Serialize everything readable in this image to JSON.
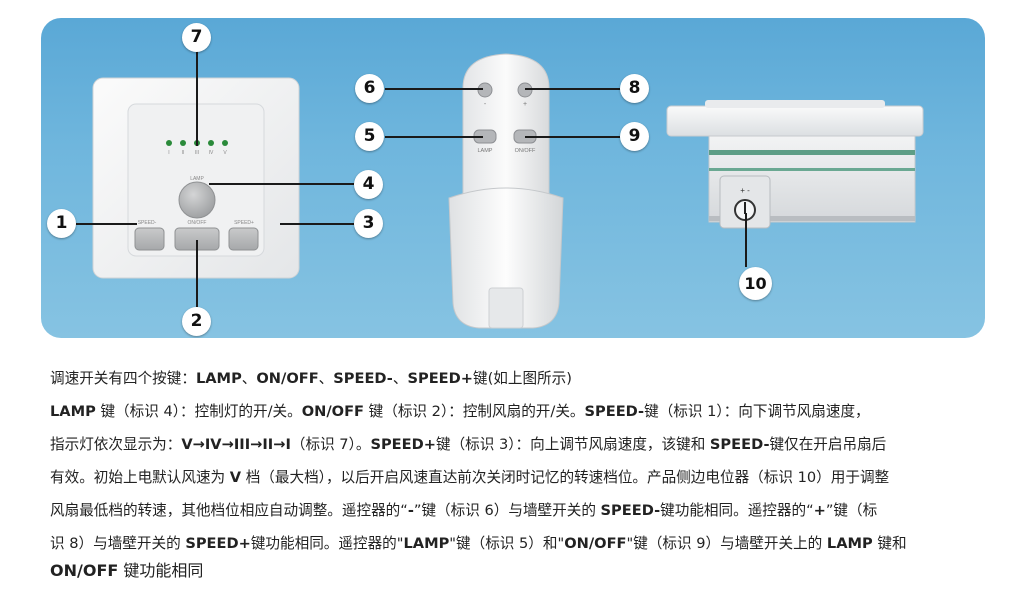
{
  "callouts": [
    "1",
    "2",
    "3",
    "4",
    "5",
    "6",
    "7",
    "8",
    "9",
    "10"
  ],
  "switch": {
    "led_labels": [
      "I",
      "II",
      "III",
      "IV",
      "V"
    ],
    "lamp_label": "LAMP",
    "onoff_label": "ON/OFF",
    "speed_minus_label": "SPEED-",
    "speed_plus_label": "SPEED+"
  },
  "remote": {
    "minus_label": "-",
    "plus_label": "+",
    "lamp_label": "LAMP",
    "onoff_label": "ON/OFF"
  },
  "side": {
    "pot_label": "+ -"
  },
  "description": {
    "line1": [
      {
        "t": "调速开关有四个按键：",
        "b": false
      },
      {
        "t": "LAMP",
        "b": true
      },
      {
        "t": "、",
        "b": false
      },
      {
        "t": "ON/OFF",
        "b": true
      },
      {
        "t": "、",
        "b": false
      },
      {
        "t": "SPEED-",
        "b": true
      },
      {
        "t": "、",
        "b": false
      },
      {
        "t": "SPEED+",
        "b": true
      },
      {
        "t": "键(如上图所示)",
        "b": false
      }
    ],
    "line2": [
      {
        "t": "LAMP",
        "b": true
      },
      {
        "t": " 键（标识 4）：控制灯的开/关。",
        "b": false
      },
      {
        "t": "ON/OFF",
        "b": true
      },
      {
        "t": " 键（标识 2）：控制风扇的开/关。",
        "b": false
      },
      {
        "t": "SPEED-",
        "b": true
      },
      {
        "t": "键（标识 1）：向下调节风扇速度，",
        "b": false
      }
    ],
    "line3": [
      {
        "t": "指示灯依次显示为：",
        "b": false
      },
      {
        "t": "V→IV→III→II→I",
        "b": true
      },
      {
        "t": "（标识 7）。",
        "b": false
      },
      {
        "t": "SPEED+",
        "b": true
      },
      {
        "t": "键（标识 3）：向上调节风扇速度，该键和 ",
        "b": false
      },
      {
        "t": "SPEED-",
        "b": true
      },
      {
        "t": "键仅在开启吊扇后",
        "b": false
      }
    ],
    "line4": [
      {
        "t": "有效。初始上电默认风速为 ",
        "b": false
      },
      {
        "t": "V",
        "b": true
      },
      {
        "t": " 档（最大档），以后开启风速直达前次关闭时记忆的转速档位。产品侧边电位器（标识 10）用于调整",
        "b": false
      }
    ],
    "line5": [
      {
        "t": "风扇最低档的转速，其他档位相应自动调整。遥控器的“",
        "b": false
      },
      {
        "t": "-",
        "b": true
      },
      {
        "t": "”键（标识 6）与墙壁开关的 ",
        "b": false
      },
      {
        "t": "SPEED-",
        "b": true
      },
      {
        "t": "键功能相同。遥控器的“",
        "b": false
      },
      {
        "t": "+",
        "b": true
      },
      {
        "t": "”键（标",
        "b": false
      }
    ],
    "line6": [
      {
        "t": "识 8）与墙壁开关的 ",
        "b": false
      },
      {
        "t": "SPEED+",
        "b": true
      },
      {
        "t": "键功能相同。遥控器的\"",
        "b": false
      },
      {
        "t": "LAMP",
        "b": true
      },
      {
        "t": "\"键（标识 5）和\"",
        "b": false
      },
      {
        "t": "ON/OFF",
        "b": true
      },
      {
        "t": "\"键（标识 9）与墙壁开关上的 ",
        "b": false
      },
      {
        "t": "LAMP",
        "b": true
      },
      {
        "t": " 键和",
        "b": false
      }
    ],
    "line7": [
      {
        "t": "ON/OFF",
        "b": true
      },
      {
        "t": " 键功能相同",
        "b": false
      }
    ]
  }
}
